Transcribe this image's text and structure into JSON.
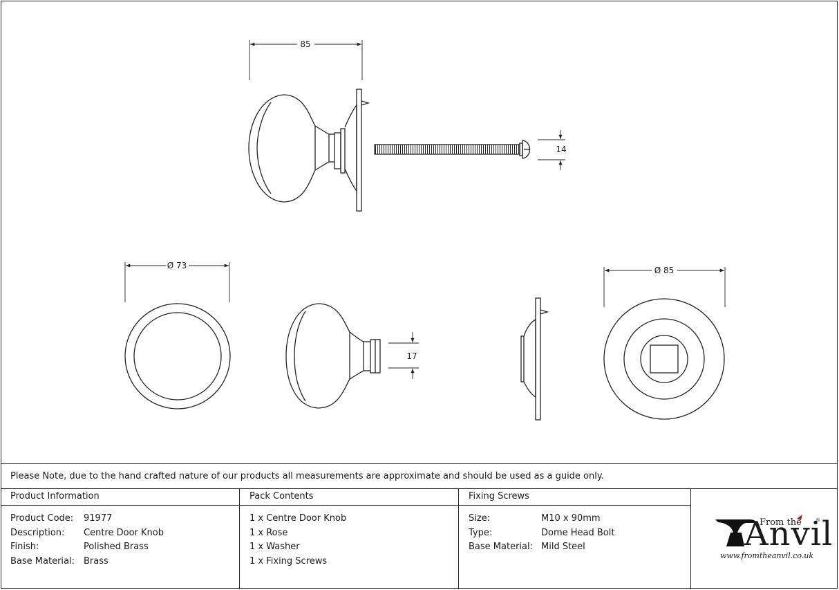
{
  "dimensions": {
    "knob_length": "85",
    "bolt_head": "14",
    "knob_diameter": "Ø 73",
    "neck": "17",
    "rose_diameter": "Ø 85"
  },
  "note": "Please Note, due to the hand crafted nature of our products all measurements are approximate and should be used as a guide only.",
  "product_information": {
    "heading": "Product Information",
    "rows": [
      {
        "label": "Product Code:",
        "value": "91977"
      },
      {
        "label": "Description:",
        "value": "Centre Door Knob"
      },
      {
        "label": "Finish:",
        "value": "Polished Brass"
      },
      {
        "label": "Base Material:",
        "value": "Brass"
      }
    ]
  },
  "pack_contents": {
    "heading": "Pack Contents",
    "items": [
      "1 x Centre Door Knob",
      "1 x Rose",
      "1 x Washer",
      "1 x Fixing Screws"
    ]
  },
  "fixing_screws": {
    "heading": "Fixing Screws",
    "rows": [
      {
        "label": "Size:",
        "value": "M10 x 90mm"
      },
      {
        "label": "Type:",
        "value": "Dome Head Bolt"
      },
      {
        "label": "Base Material:",
        "value": "Mild Steel"
      }
    ]
  },
  "logo": {
    "from_the": "From the",
    "name": "Anvil",
    "registered": "®",
    "url": "www.fromtheanvil.co.uk"
  }
}
